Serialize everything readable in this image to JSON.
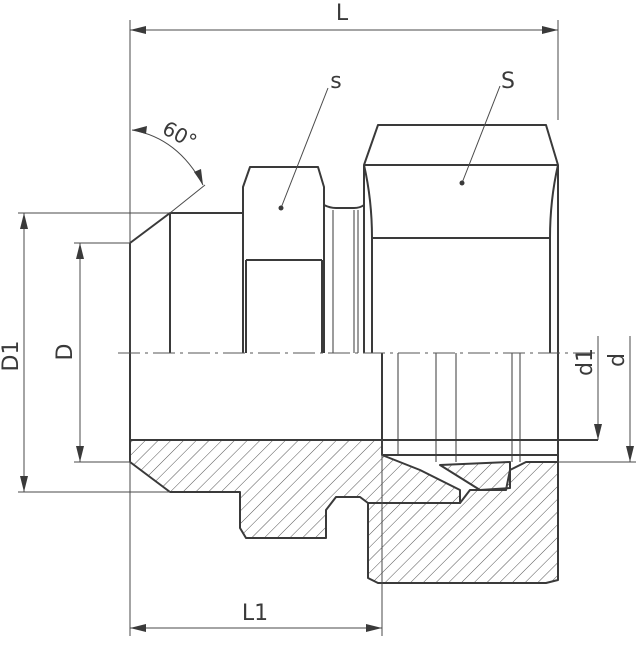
{
  "drawing": {
    "labels": {
      "L": "L",
      "L1": "L1",
      "s": "s",
      "S": "S",
      "angle": "60°",
      "D1": "D1",
      "D": "D",
      "d1": "d1",
      "d": "d"
    },
    "colors": {
      "line": "#3a3a3a",
      "background": "#ffffff"
    }
  }
}
